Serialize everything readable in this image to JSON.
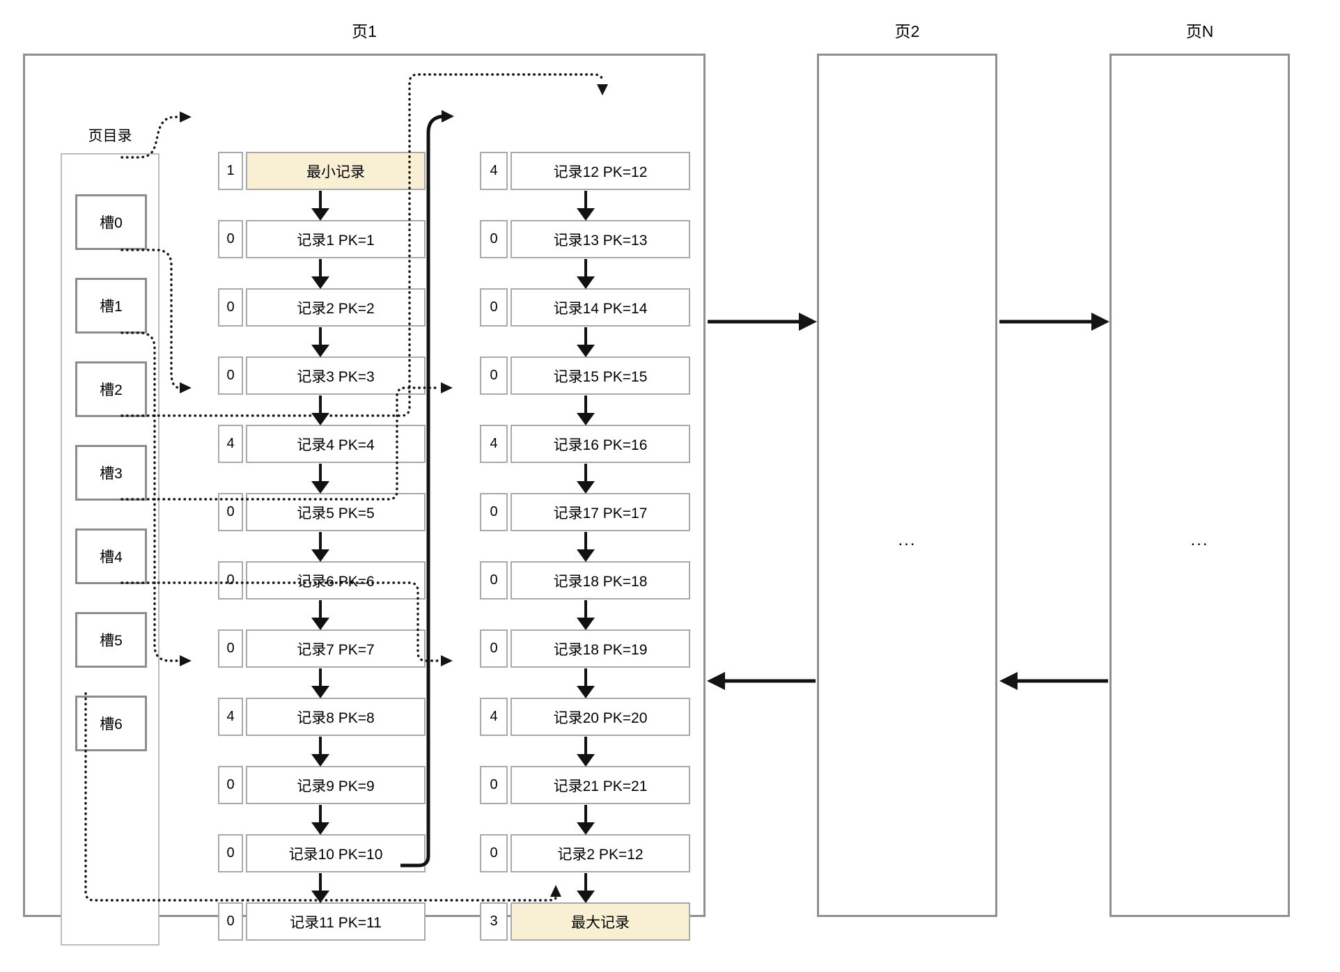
{
  "pages": {
    "page1": {
      "title": "页1",
      "directory": {
        "label": "页目录",
        "slots": [
          {
            "label": "槽0"
          },
          {
            "label": "槽1"
          },
          {
            "label": "槽2"
          },
          {
            "label": "槽3"
          },
          {
            "label": "槽4"
          },
          {
            "label": "槽5"
          },
          {
            "label": "槽6"
          }
        ]
      },
      "col1": [
        {
          "n": "1",
          "label": "最小记录",
          "highlight": true
        },
        {
          "n": "0",
          "label": "记录1 PK=1"
        },
        {
          "n": "0",
          "label": "记录2 PK=2"
        },
        {
          "n": "0",
          "label": "记录3 PK=3"
        },
        {
          "n": "4",
          "label": "记录4 PK=4"
        },
        {
          "n": "0",
          "label": "记录5 PK=5"
        },
        {
          "n": "0",
          "label": "记录6 PK=6"
        },
        {
          "n": "0",
          "label": "记录7 PK=7"
        },
        {
          "n": "4",
          "label": "记录8 PK=8"
        },
        {
          "n": "0",
          "label": "记录9 PK=9"
        },
        {
          "n": "0",
          "label": "记录10 PK=10"
        },
        {
          "n": "0",
          "label": "记录11 PK=11"
        }
      ],
      "col2": [
        {
          "n": "4",
          "label": "记录12 PK=12"
        },
        {
          "n": "0",
          "label": "记录13 PK=13"
        },
        {
          "n": "0",
          "label": "记录14 PK=14"
        },
        {
          "n": "0",
          "label": "记录15 PK=15"
        },
        {
          "n": "4",
          "label": "记录16 PK=16"
        },
        {
          "n": "0",
          "label": "记录17 PK=17"
        },
        {
          "n": "0",
          "label": "记录18 PK=18"
        },
        {
          "n": "0",
          "label": "记录18 PK=19"
        },
        {
          "n": "4",
          "label": "记录20 PK=20"
        },
        {
          "n": "0",
          "label": "记录21 PK=21"
        },
        {
          "n": "0",
          "label": "记录2 PK=12"
        },
        {
          "n": "3",
          "label": "最大记录",
          "highlight": true
        }
      ],
      "slot_links": [
        {
          "from": "槽0",
          "to": "最小记录"
        },
        {
          "from": "槽1",
          "to": "记录4 PK=4"
        },
        {
          "from": "槽2",
          "to": "记录8 PK=8"
        },
        {
          "from": "槽3",
          "to": "记录12 PK=12"
        },
        {
          "from": "槽4",
          "to": "记录16 PK=16"
        },
        {
          "from": "槽5",
          "to": "记录20 PK=20"
        },
        {
          "from": "槽6",
          "to": "最大记录"
        }
      ]
    },
    "page2": {
      "title": "页2",
      "content": "..."
    },
    "pageN": {
      "title": "页N",
      "content": "..."
    }
  },
  "colors": {
    "highlight": "#F9EFD3",
    "record_border": "#A9A9A9",
    "slot_border": "#8C8C8C",
    "page_border": "#8F8F8F",
    "line": "#141414"
  }
}
